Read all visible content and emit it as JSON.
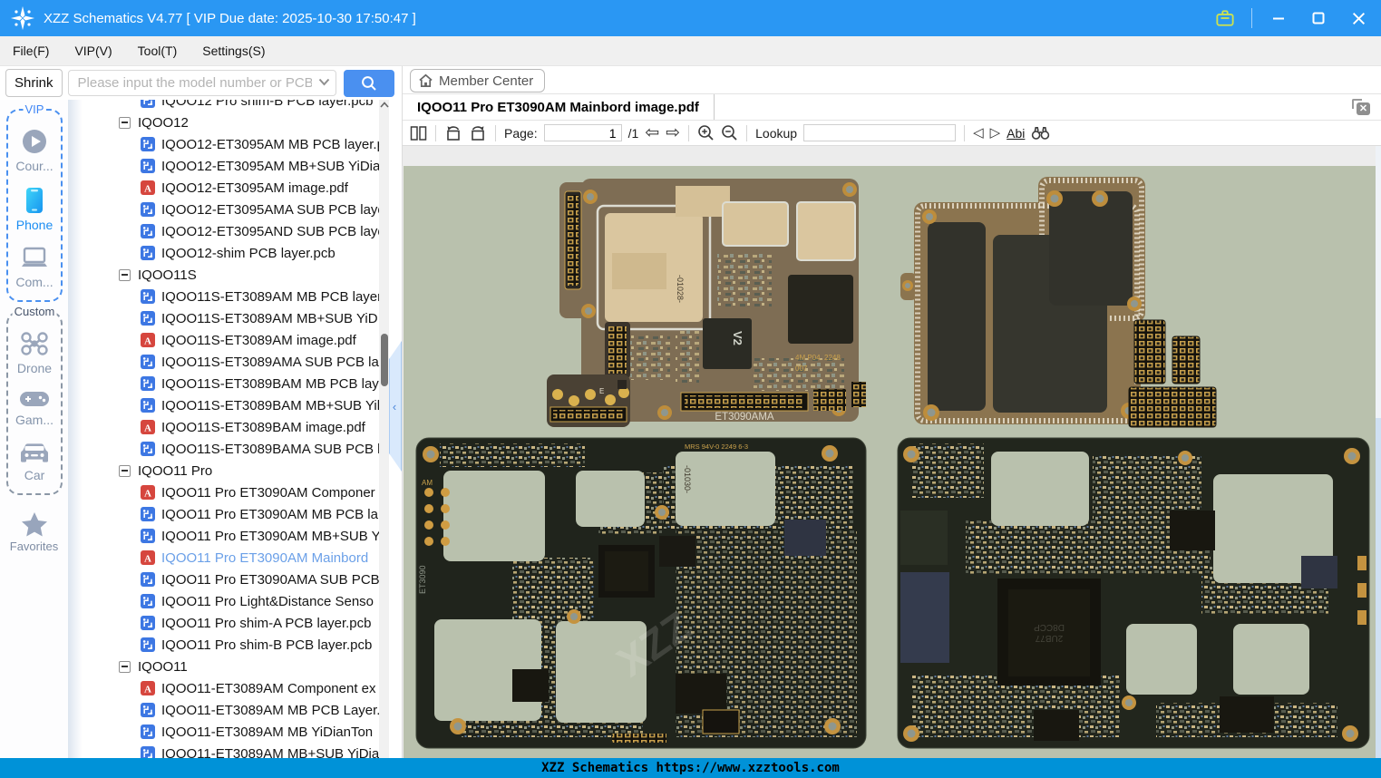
{
  "colors": {
    "titlebar": "#2a97f3",
    "accent": "#4a90f0",
    "statusbar": "#0092d8",
    "selected_file_text": "#6ba0e8",
    "pdf_background": "#b9c1ad",
    "pcb_icon": "#3d77e3",
    "pdf_icon": "#d6463e"
  },
  "titlebar": {
    "title": "XZZ Schematics V4.77 [ VIP Due date: 2025-10-30 17:50:47 ]"
  },
  "menubar": {
    "items": [
      {
        "label": "File(F)"
      },
      {
        "label": "VIP(V)"
      },
      {
        "label": "Tool(T)"
      },
      {
        "label": "Settings(S)"
      }
    ]
  },
  "search": {
    "shrink_label": "Shrink",
    "placeholder": "Please input the model number or PCB"
  },
  "sidebar": {
    "vip_group_label": "VIP",
    "vip_items": [
      {
        "icon": "play-circle-icon",
        "label": "Cour..."
      },
      {
        "icon": "phone-icon",
        "label": "Phone",
        "active": true
      },
      {
        "icon": "laptop-icon",
        "label": "Com..."
      }
    ],
    "custom_group_label": "Custom",
    "custom_items": [
      {
        "icon": "drone-icon",
        "label": "Drone"
      },
      {
        "icon": "gamepad-icon",
        "label": "Gam..."
      },
      {
        "icon": "car-icon",
        "label": "Car"
      }
    ],
    "favorites_label": "Favorites"
  },
  "tree": {
    "top_clipped_item": {
      "type": "pcb",
      "label": "IQOO12 Pro shim-B PCB layer.pcb"
    },
    "groups": [
      {
        "label": "IQOO12",
        "items": [
          {
            "type": "pcb",
            "label": "IQOO12-ET3095AM MB PCB layer.p"
          },
          {
            "type": "pcb",
            "label": "IQOO12-ET3095AM MB+SUB YiDia"
          },
          {
            "type": "pdf",
            "label": "IQOO12-ET3095AM image.pdf"
          },
          {
            "type": "pcb",
            "label": "IQOO12-ET3095AMA SUB PCB laye"
          },
          {
            "type": "pcb",
            "label": "IQOO12-ET3095AND SUB PCB laye"
          },
          {
            "type": "pcb",
            "label": "IQOO12-shim PCB layer.pcb"
          }
        ]
      },
      {
        "label": "IQOO11S",
        "items": [
          {
            "type": "pcb",
            "label": "IQOO11S-ET3089AM MB PCB layer"
          },
          {
            "type": "pcb",
            "label": "IQOO11S-ET3089AM MB+SUB YiD"
          },
          {
            "type": "pdf",
            "label": "IQOO11S-ET3089AM image.pdf"
          },
          {
            "type": "pcb",
            "label": "IQOO11S-ET3089AMA SUB PCB lay"
          },
          {
            "type": "pcb",
            "label": "IQOO11S-ET3089BAM MB PCB laye"
          },
          {
            "type": "pcb",
            "label": "IQOO11S-ET3089BAM MB+SUB Yil"
          },
          {
            "type": "pdf",
            "label": "IQOO11S-ET3089BAM image.pdf"
          },
          {
            "type": "pcb",
            "label": "IQOO11S-ET3089BAMA SUB PCB la"
          }
        ]
      },
      {
        "label": "IQOO11 Pro",
        "items": [
          {
            "type": "pdf",
            "label": "IQOO11 Pro ET3090AM Componer"
          },
          {
            "type": "pcb",
            "label": "IQOO11 Pro ET3090AM MB PCB la"
          },
          {
            "type": "pcb",
            "label": "IQOO11 Pro ET3090AM MB+SUB Y"
          },
          {
            "type": "pdf",
            "label": "IQOO11 Pro ET3090AM Mainbord",
            "selected": true
          },
          {
            "type": "pcb",
            "label": "IQOO11 Pro ET3090AMA SUB PCB"
          },
          {
            "type": "pcb",
            "label": "IQOO11 Pro Light&Distance Senso"
          },
          {
            "type": "pcb",
            "label": "IQOO11 Pro shim-A PCB layer.pcb"
          },
          {
            "type": "pcb",
            "label": "IQOO11 Pro shim-B PCB layer.pcb"
          }
        ]
      },
      {
        "label": "IQOO11",
        "items": [
          {
            "type": "pdf",
            "label": "IQOO11-ET3089AM Component ex"
          },
          {
            "type": "pcb",
            "label": "IQOO11-ET3089AM MB PCB Layer."
          },
          {
            "type": "pcb",
            "label": "IQOO11-ET3089AM MB YiDianTon"
          },
          {
            "type": "pcb",
            "label": "IQOO11-ET3089AM MB+SUB YiDia"
          }
        ]
      }
    ]
  },
  "main": {
    "member_center_label": "Member Center",
    "tab_title": "IQOO11 Pro ET3090AM Mainbord image.pdf",
    "toolbar": {
      "page_label": "Page:",
      "page_value": "1",
      "page_total": "/1",
      "lookup_label": "Lookup",
      "lookup_value": "",
      "abi_label": "Abi"
    },
    "pdf_texts": {
      "board1_model": "ET3090AMA",
      "board1_chip": "V2",
      "board1_serial": "-01028-",
      "board1_mark": "4M P04. 2248",
      "board1_mark2": "007",
      "subboard_label": "E",
      "board3_top": "MRS 94V-0  2249  6-3",
      "board3_side": "ET3090",
      "board3_corner": "AM",
      "board3_serial": "-01030-",
      "board4_chip_line1": "2UB77",
      "board4_chip_line2": "D8CCP",
      "watermark": "XZZ"
    }
  },
  "statusbar": {
    "text": "XZZ Schematics https://www.xzztools.com"
  }
}
